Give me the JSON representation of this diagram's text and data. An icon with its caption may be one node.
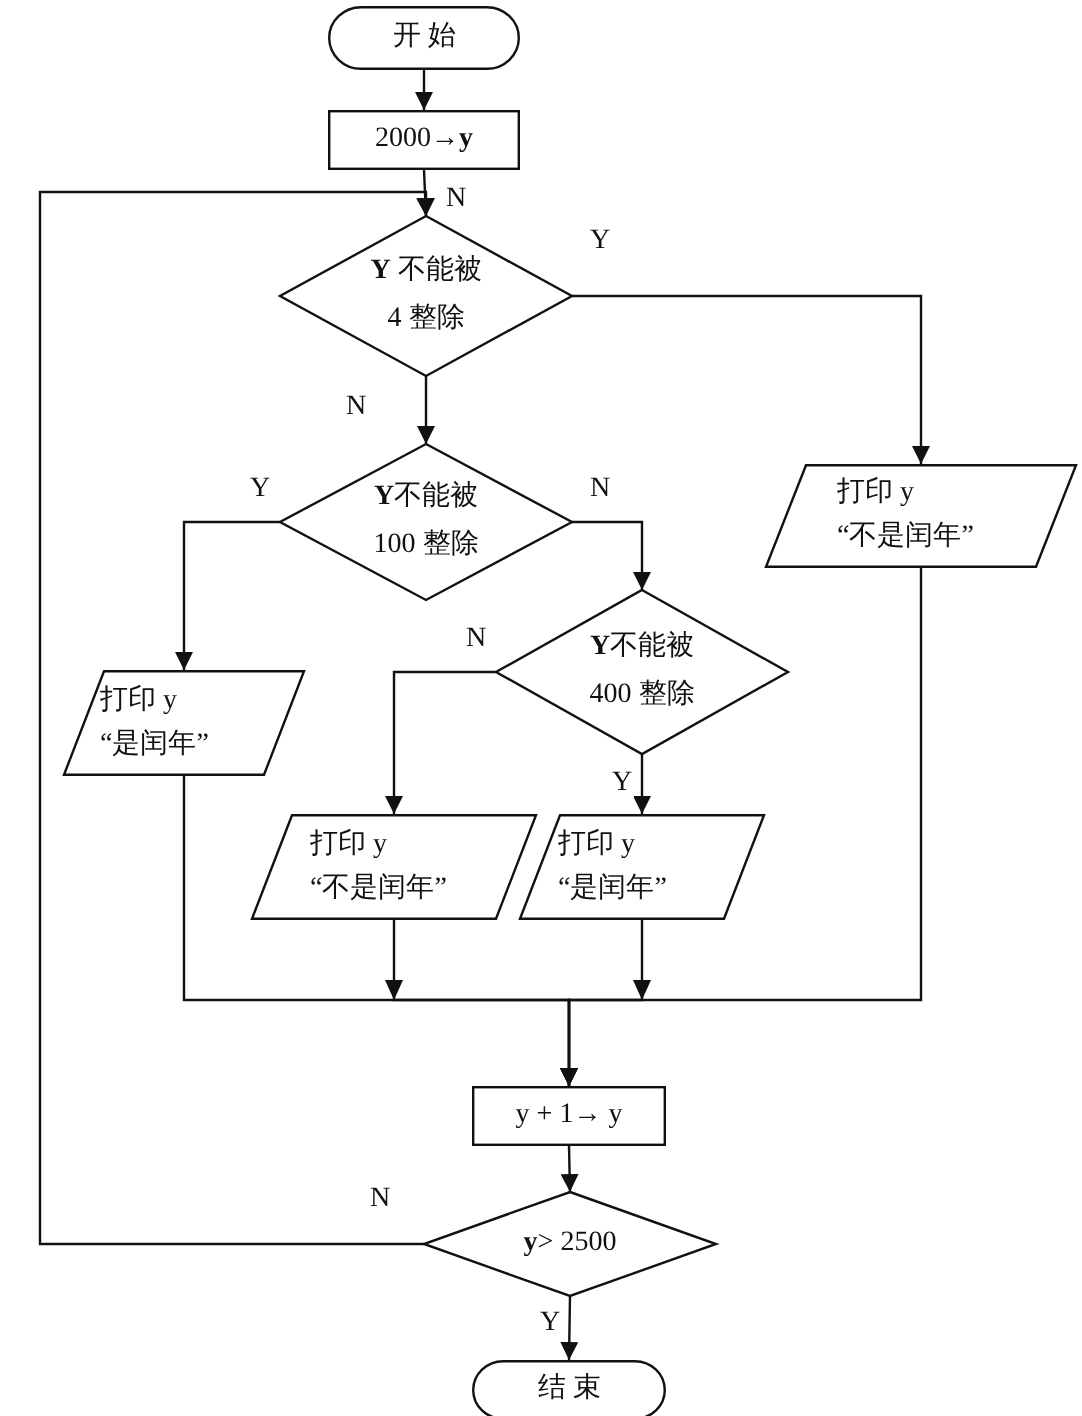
{
  "diagram": {
    "nodes": [
      {
        "text": [
          "开 始"
        ]
      },
      {
        "text": [
          "2000→**y**"
        ]
      },
      {
        "text": [
          "**Y** 不能被 4 整除"
        ]
      },
      {
        "text": [
          "**Y**不能被 100 整除"
        ]
      },
      {
        "text": [
          "打印 y “不是闰年”"
        ]
      },
      {
        "text": [
          "**Y**不能被 400 整除"
        ]
      },
      {
        "text": [
          "打印 y “是闰年”"
        ]
      },
      {
        "text": [
          "打印 y “不是闰年”"
        ]
      },
      {
        "text": [
          "打印 y “是闰年”"
        ]
      },
      {
        "text": [
          "y + 1→ y"
        ]
      },
      {
        "text": [
          "**y**> 2500"
        ]
      },
      {
        "text": [
          "结 束"
        ]
      }
    ],
    "edges": [
      {
        "from": 0,
        "to": 1,
        "arrow": "to"
      },
      {
        "from": 1,
        "to": 2,
        "arrow": "to"
      },
      {
        "from": 2,
        "to": 4,
        "arrow": "to",
        "label": "Y"
      },
      {
        "from": 2,
        "to": 3,
        "arrow": "to",
        "label": "N"
      },
      {
        "from": 3,
        "to": 6,
        "arrow": "to",
        "label": "Y"
      },
      {
        "from": 3,
        "to": 5,
        "arrow": "to",
        "label": "N"
      },
      {
        "from": 5,
        "to": 7,
        "arrow": "to",
        "label": "N"
      },
      {
        "from": 5,
        "to": 8,
        "arrow": "to",
        "label": "Y"
      },
      {
        "from": 6,
        "to": 9,
        "arrow": "to"
      },
      {
        "from": 7,
        "to": 9,
        "arrow": "to"
      },
      {
        "from": 8,
        "to": 9,
        "arrow": "to"
      },
      {
        "from": 4,
        "to": 9,
        "arrow": "to"
      },
      {
        "from": 9,
        "to": 10,
        "arrow": "to"
      },
      {
        "from": 10,
        "to": 11,
        "arrow": "to",
        "label": "Y"
      },
      {
        "from": 10,
        "to": 2,
        "arrow": "to",
        "label": "N"
      }
    ],
    "labels": [
      "N"
    ]
  }
}
